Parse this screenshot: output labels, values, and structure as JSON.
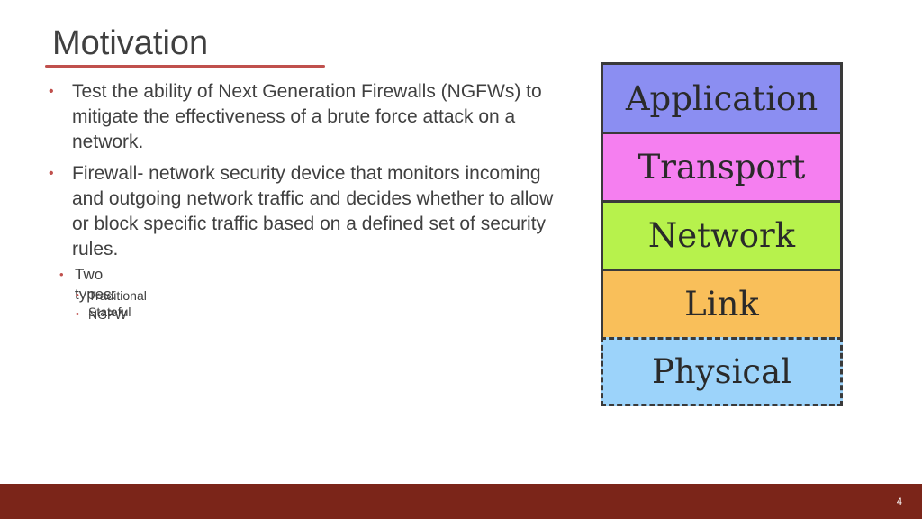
{
  "slide": {
    "title": "Motivation",
    "bullets": [
      "Test the ability of Next Generation Firewalls (NGFWs) to mitigate the effectiveness of a brute force attack on a network.",
      "Firewall- network security device that monitors incoming and outgoing network traffic and decides whether to allow or block specific traffic based on a defined set of security rules."
    ],
    "sub_bullet": "Two types:",
    "sub_sub_bullets": [
      "Traditional Stateful",
      "NGFW"
    ],
    "bullet_glyph": "•"
  },
  "diagram": {
    "layers": [
      {
        "label": "Application",
        "color": "#8b8ef2"
      },
      {
        "label": "Transport",
        "color": "#f57ff0"
      },
      {
        "label": "Network",
        "color": "#b7f24c"
      },
      {
        "label": "Link",
        "color": "#f9bf5a"
      },
      {
        "label": "Physical",
        "color": "#9cd3fa"
      }
    ]
  },
  "footer": {
    "page_number": "4",
    "color": "#7b2519"
  },
  "colors": {
    "accent": "#c0504d",
    "text": "#404040"
  }
}
